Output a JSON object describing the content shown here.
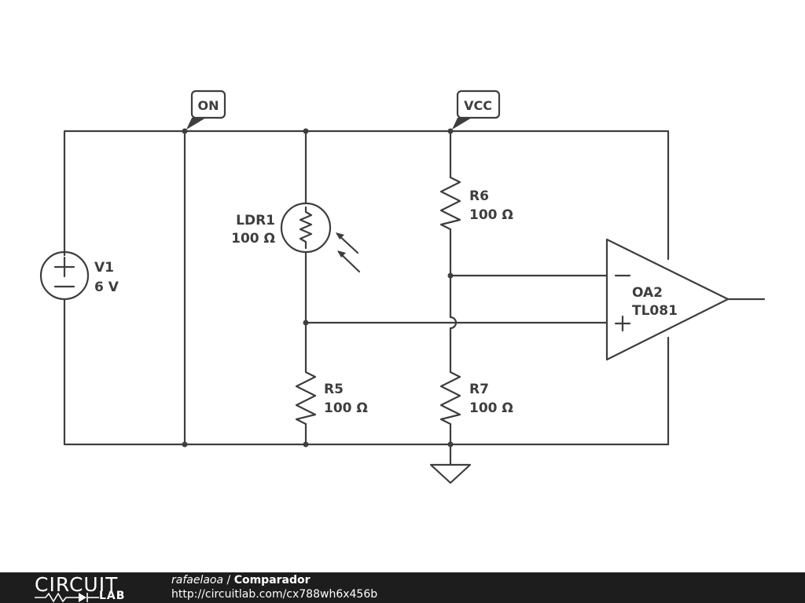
{
  "schematic": {
    "net_labels": {
      "on": "ON",
      "vcc": "VCC"
    },
    "components": {
      "v1": {
        "ref": "V1",
        "value": "6 V"
      },
      "ldr1": {
        "ref": "LDR1",
        "value": "100 Ω"
      },
      "r5": {
        "ref": "R5",
        "value": "100 Ω"
      },
      "r6": {
        "ref": "R6",
        "value": "100 Ω"
      },
      "r7": {
        "ref": "R7",
        "value": "100 Ω"
      },
      "oa2": {
        "ref": "OA2",
        "value": "TL081"
      }
    }
  },
  "footer": {
    "logo_top": "CIRCUIT",
    "logo_bottom": "LAB",
    "author": "rafaelaoa",
    "separator": " / ",
    "title": "Comparador",
    "url": "http://circuitlab.com/cx788wh6x456b"
  }
}
